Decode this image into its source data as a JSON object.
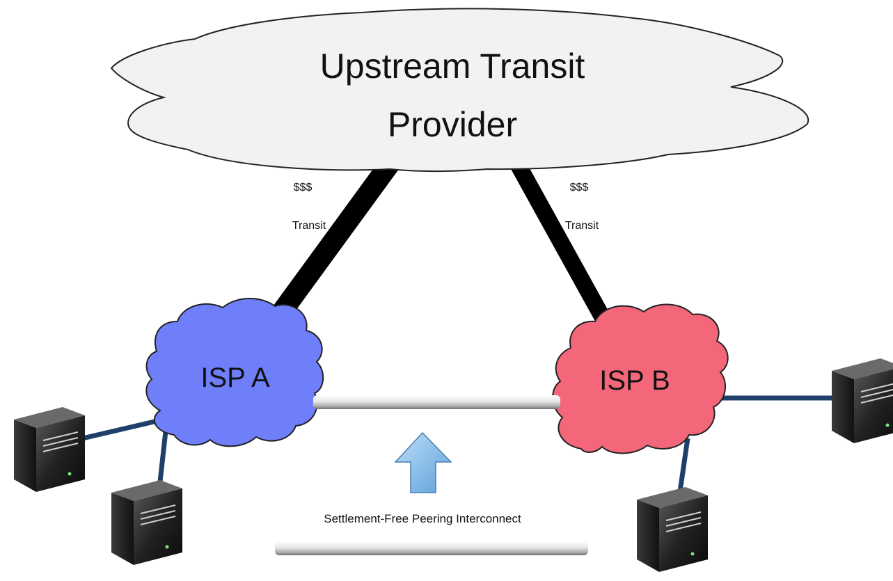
{
  "upstream": {
    "line1": "Upstream Transit",
    "line2": "Provider"
  },
  "links": {
    "left": {
      "cost": "$$$",
      "kind": "Transit"
    },
    "right": {
      "cost": "$$$",
      "kind": "Transit"
    }
  },
  "isp_a": {
    "label": "ISP A",
    "color": "#6f7ffa"
  },
  "isp_b": {
    "label": "ISP B",
    "color": "#f4677a"
  },
  "peering": {
    "caption": "Settlement-Free Peering Interconnect"
  },
  "colors": {
    "transit_line": "#000000",
    "customer_line": "#1f3f6b",
    "arrow": "#7ab8ec"
  },
  "servers": [
    "server-icon",
    "server-icon",
    "server-icon",
    "server-icon"
  ]
}
